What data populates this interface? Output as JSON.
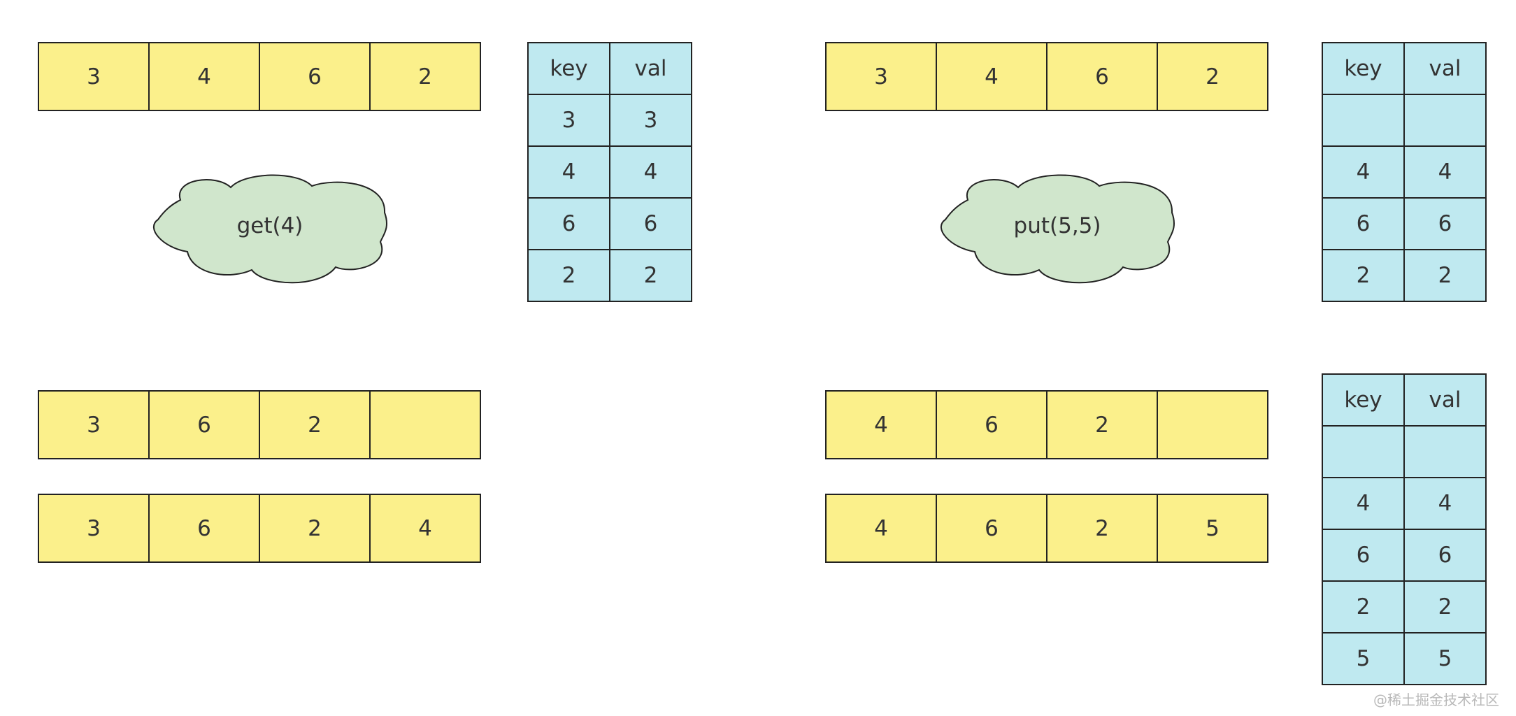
{
  "colors": {
    "array_fill": "#fbf08b",
    "table_fill": "#bfe9f0",
    "cloud_fill": "#d0e6cc",
    "border": "#222222"
  },
  "left": {
    "array_initial": [
      "3",
      "4",
      "6",
      "2"
    ],
    "table": {
      "headers": [
        "key",
        "val"
      ],
      "rows": [
        [
          "3",
          "3"
        ],
        [
          "4",
          "4"
        ],
        [
          "6",
          "6"
        ],
        [
          "2",
          "2"
        ]
      ]
    },
    "operation": "get(4)",
    "array_removed": [
      "3",
      "6",
      "2",
      ""
    ],
    "array_result": [
      "3",
      "6",
      "2",
      "4"
    ]
  },
  "right": {
    "array_initial": [
      "3",
      "4",
      "6",
      "2"
    ],
    "table_before": {
      "headers": [
        "key",
        "val"
      ],
      "rows": [
        [
          "",
          ""
        ],
        [
          "4",
          "4"
        ],
        [
          "6",
          "6"
        ],
        [
          "2",
          "2"
        ]
      ]
    },
    "operation": "put(5,5)",
    "array_removed": [
      "4",
      "6",
      "2",
      ""
    ],
    "array_result": [
      "4",
      "6",
      "2",
      "5"
    ],
    "table_after": {
      "headers": [
        "key",
        "val"
      ],
      "rows": [
        [
          "",
          ""
        ],
        [
          "4",
          "4"
        ],
        [
          "6",
          "6"
        ],
        [
          "2",
          "2"
        ],
        [
          "5",
          "5"
        ]
      ]
    }
  },
  "watermark": "@稀土掘金技术社区"
}
